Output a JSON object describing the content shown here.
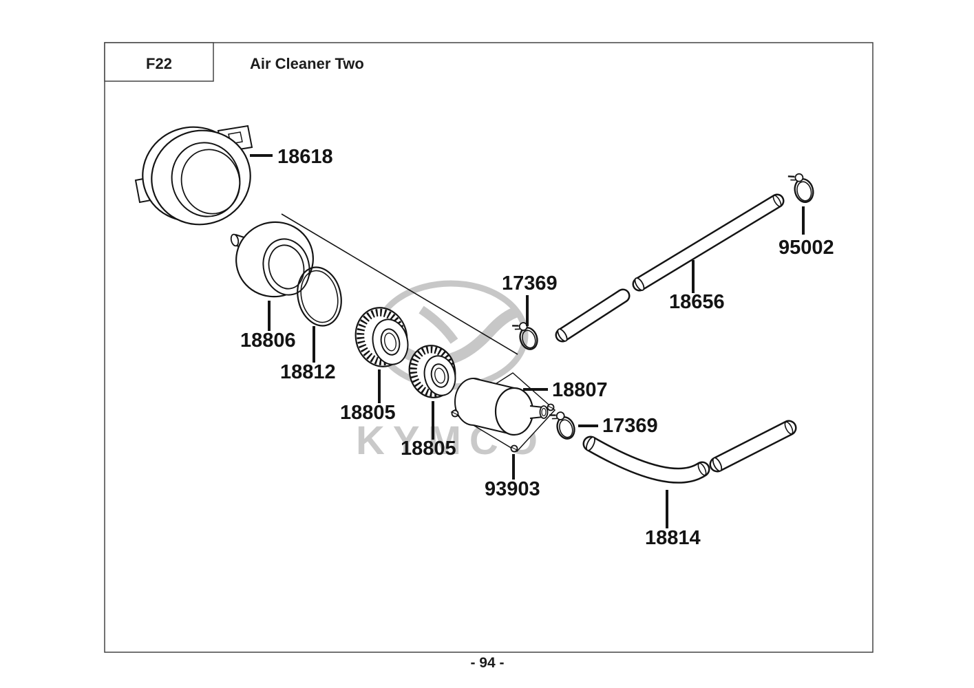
{
  "header": {
    "code": "F22",
    "title": "Air Cleaner Two"
  },
  "footer": {
    "page_number": "- 94 -"
  },
  "watermark": {
    "text": "KYMCO"
  },
  "labels": {
    "flange": "18618",
    "clamp_hose_upper": "95002",
    "straight_tube": "18656",
    "clamp_mid": "17369",
    "inlet_cap": "18806",
    "o_ring": "18812",
    "element_a": "18805",
    "element_b": "18805",
    "case_body": "18807",
    "clamp_lower": "17369",
    "screw": "93903",
    "bent_tube": "18814"
  }
}
